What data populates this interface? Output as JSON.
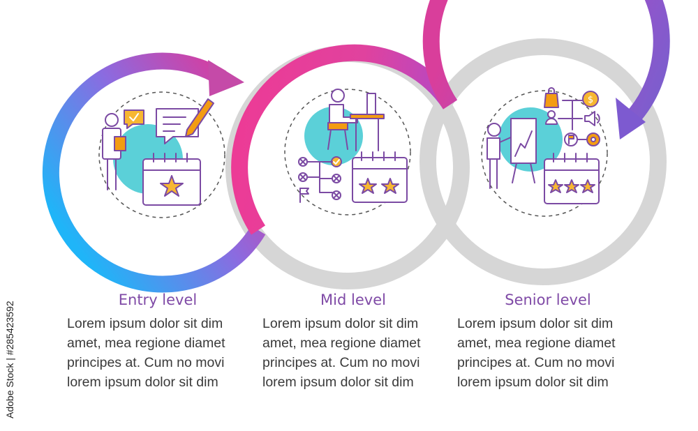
{
  "side_label": "Adobe Stock | #285423592",
  "colors": {
    "blue": "#29b6f6",
    "pink": "#f23a93",
    "purple": "#8a4fd6",
    "violet": "#7b5cc8",
    "gray": "#d5d5d5",
    "teal": "#5ccfd8",
    "icon_purple": "#7b4aa3",
    "icon_yellow": "#f7b731",
    "icon_orange": "#f39c12"
  },
  "steps": [
    {
      "title": "Entry level",
      "body": "Lorem ipsum dolor sit dim amet, mea regione diamet principes at. Cum no movi lorem ipsum dolor sit dim",
      "icon": "entry-level-icon",
      "stars": 1
    },
    {
      "title": "Mid level",
      "body": "Lorem ipsum dolor sit dim amet, mea regione diamet principes at. Cum no movi lorem ipsum dolor sit dim",
      "icon": "mid-level-icon",
      "stars": 2
    },
    {
      "title": "Senior level",
      "body": "Lorem ipsum dolor sit dim amet, mea regione diamet principes at. Cum no movi lorem ipsum dolor sit dim",
      "icon": "senior-level-icon",
      "stars": 3
    }
  ]
}
